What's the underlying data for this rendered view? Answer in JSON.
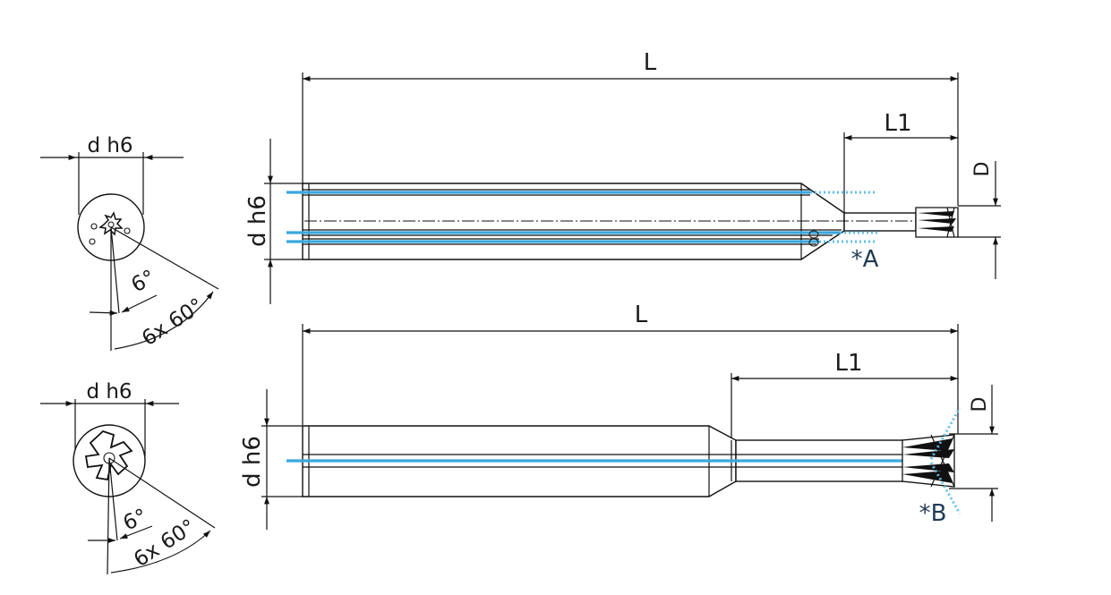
{
  "title": "",
  "labels": {
    "overall_length": "L",
    "cutting_length": "L1",
    "shank_diameter": "d h6",
    "cutting_diameter": "D",
    "helix_angle": "6°",
    "flute_spacing": "6x 60°",
    "coolant_outlet_a": "*A",
    "coolant_outlet_b": "*B"
  },
  "colors": {
    "outline": "#111111",
    "coolant_channel": "#3aa7de",
    "coolant_spray": "#62c0ec",
    "annotation": "#1f3a55"
  }
}
